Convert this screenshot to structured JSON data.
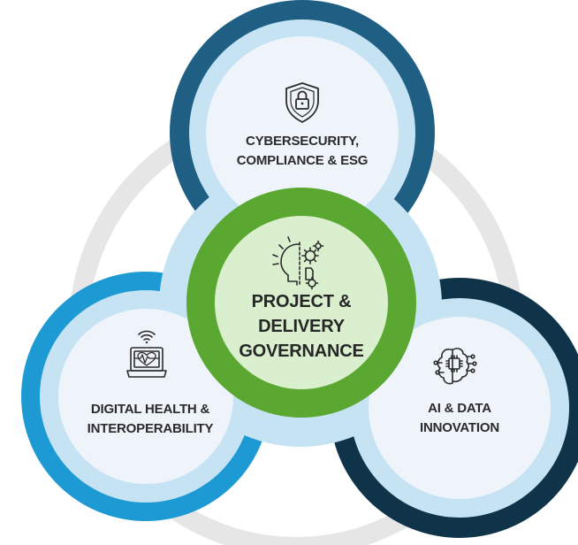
{
  "diagram": {
    "colors": {
      "background_ring": "#e6e6e6",
      "light_blue": "#c5e3f3",
      "inner_fill": "#eef4fa",
      "top_circle": "#1f5f83",
      "left_circle": "#1d99d4",
      "right_circle": "#0f3349",
      "center_green": "#5aa732",
      "center_fill": "#d9efcd"
    },
    "top": {
      "icon": "shield-lock-icon",
      "line1": "CYBERSECURITY,",
      "line2": "COMPLIANCE & ESG"
    },
    "center": {
      "icon": "project-gears-icon",
      "line1": "PROJECT &",
      "line2": "DELIVERY",
      "line3": "GOVERNANCE"
    },
    "left": {
      "icon": "health-monitor-icon",
      "line1": "DIGITAL HEALTH &",
      "line2": "INTEROPERABILITY"
    },
    "right": {
      "icon": "ai-brain-icon",
      "line1": "AI & DATA",
      "line2": "INNOVATION"
    }
  }
}
